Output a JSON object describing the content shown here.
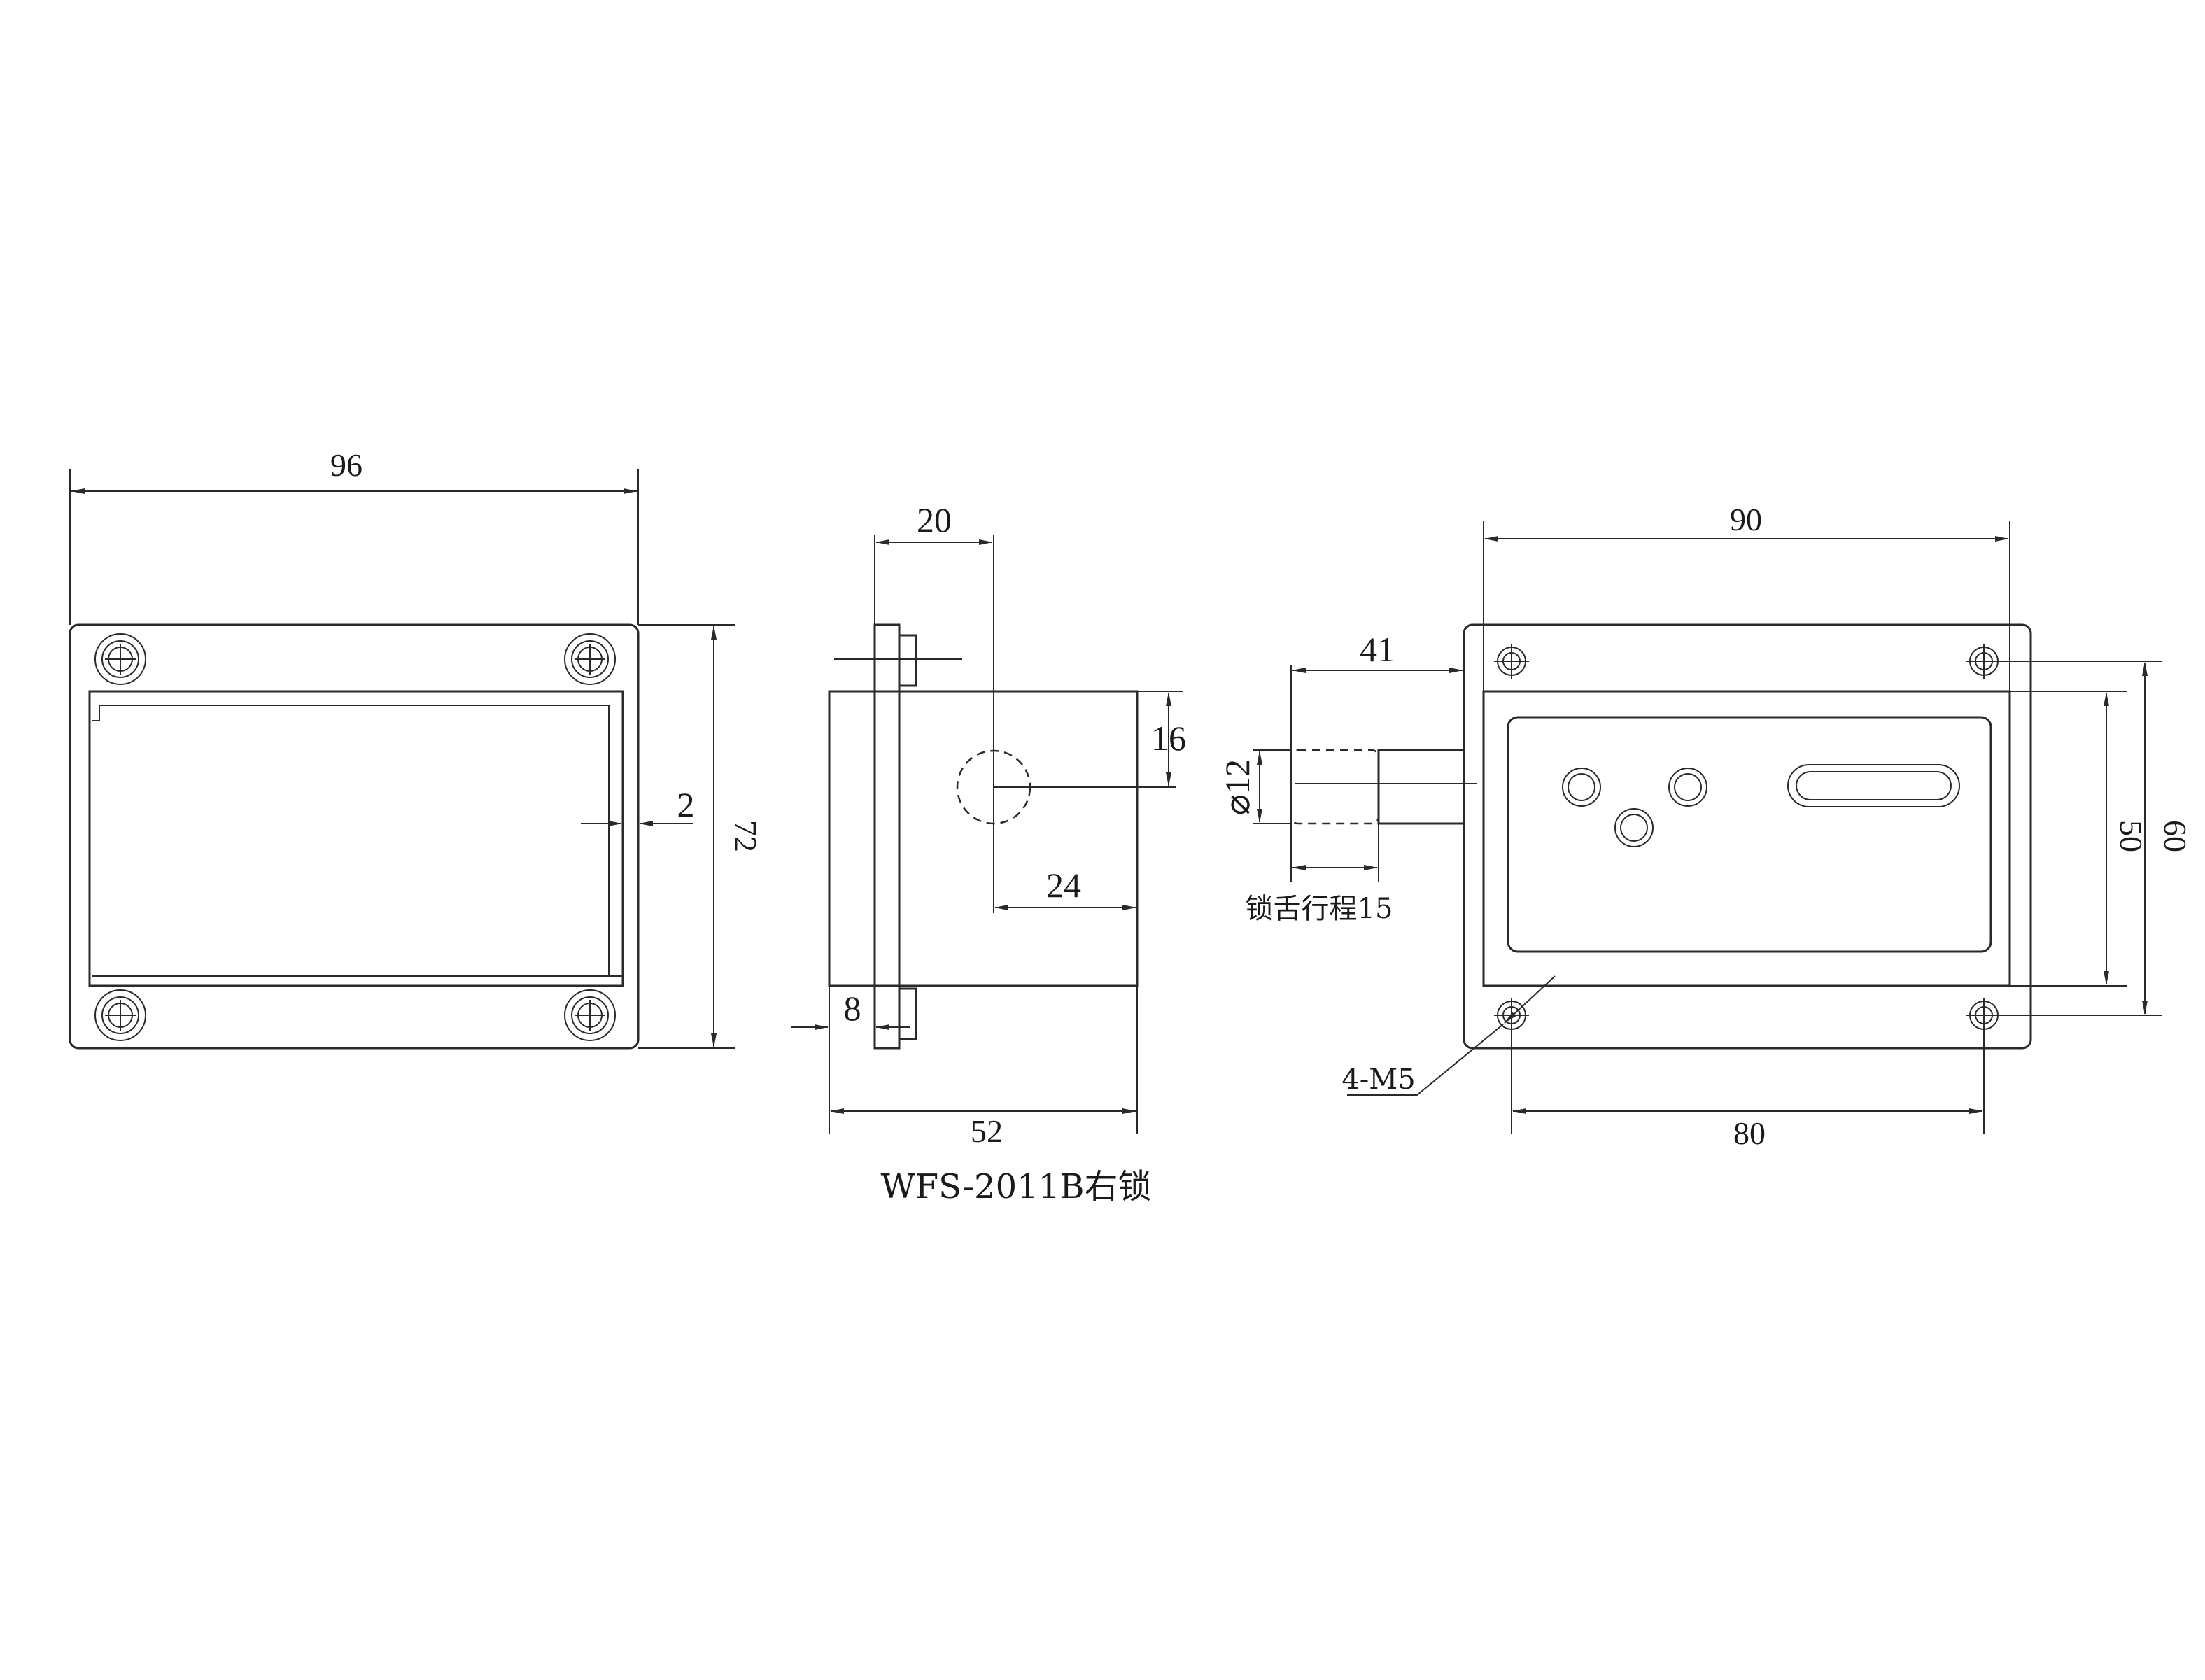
{
  "title": "WFS-2011B右锁",
  "colors": {
    "line": "#2a2a2a",
    "background": "#ffffff"
  },
  "front_view": {
    "width_dim": "96",
    "height_dim": "72",
    "offset_dim": "2"
  },
  "side_view": {
    "top_dim": "20",
    "right_dim": "16",
    "inner_dim": "24",
    "flange_dim": "8",
    "bottom_dim": "52"
  },
  "back_view": {
    "top_dim": "90",
    "bolt_dim": "41",
    "bolt_dia": "⌀12",
    "stroke_note": "锁舌行程15",
    "inner_h_dim": "50",
    "outer_h_dim": "60",
    "holes_note": "4-M5",
    "bottom_dim": "80"
  }
}
